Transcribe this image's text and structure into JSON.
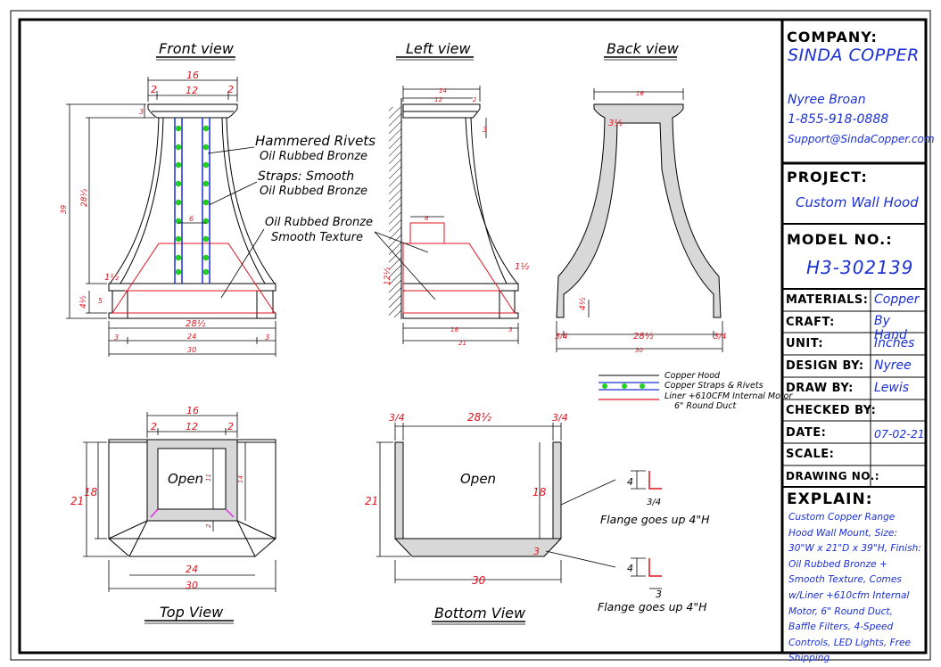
{
  "views": {
    "front": "Front view",
    "left": "Left view",
    "back": "Back view",
    "top": "Top View",
    "bottom": "Bottom View"
  },
  "callouts": {
    "rivets_1": "Hammered Rivets",
    "rivets_2": "Oil Rubbed Bronze",
    "straps_1": "Straps: Smooth",
    "straps_2": "Oil Rubbed Bronze",
    "finish_1": "Oil Rubbed Bronze",
    "finish_2": "Smooth Texture",
    "open_top": "Open",
    "open_bottom": "Open",
    "flange_1": "Flange goes up 4\"H",
    "flange_2": "Flange goes up 4\"H"
  },
  "legend": {
    "hood": "Copper Hood",
    "straps": "Copper Straps & Rivets",
    "liner": "Liner +610CFM Internal Motor",
    "duct": "6\" Round Duct"
  },
  "dims": {
    "f16": "16",
    "f2a": "2",
    "f12": "12",
    "f2b": "2",
    "f3top": "3",
    "f39": "39",
    "f28h": "28½",
    "f6": "6",
    "f1h": "1½",
    "f4h": "4½",
    "f5": "5",
    "f28b": "28½",
    "f3a": "3",
    "f24": "24",
    "f3b": "3",
    "f30": "30",
    "l14": "14",
    "l12": "12",
    "l2": "2",
    "l3": "3",
    "l6": "6",
    "l12h": "12½",
    "l1h": "1½",
    "l18": "18",
    "l3b": "3",
    "l21": "21",
    "b16": "16",
    "b3h": "3½",
    "b4h": "4½",
    "b3q1": "3/4",
    "b28": "28½",
    "b3q2": "3/4",
    "b30": "30",
    "t16": "16",
    "t2a": "2",
    "t12": "12",
    "t2b": "2",
    "t11": "11",
    "t14": "14",
    "t2": "2",
    "t21": "21",
    "t18": "18",
    "t24": "24",
    "t30": "30",
    "m3q1": "3/4",
    "m28": "28½",
    "m3q2": "3/4",
    "m21": "21",
    "m18": "18",
    "m3": "3",
    "m30": "30",
    "fl4a": "4",
    "fl3q": "3/4",
    "fl4b": "4",
    "fl3": "3"
  },
  "titleblock": {
    "company_label": "COMPANY:",
    "company_name": "SINDA COPPER",
    "contact_name": "Nyree Broan",
    "contact_phone": "1-855-918-0888",
    "contact_email": "Support@SindaCopper.com",
    "project_label": "PROJECT:",
    "project_value": "Custom Wall Hood",
    "model_label": "MODEL NO.:",
    "model_value": "H3-302139",
    "rows": [
      {
        "label": "MATERIALS:",
        "value": "Copper"
      },
      {
        "label": "CRAFT:",
        "value": "By Hand"
      },
      {
        "label": "UNIT:",
        "value": "Inches"
      },
      {
        "label": "DESIGN BY:",
        "value": "Nyree"
      },
      {
        "label": "DRAW BY:",
        "value": "Lewis"
      },
      {
        "label": "CHECKED BY:",
        "value": ""
      },
      {
        "label": "DATE:",
        "value": "07-02-21"
      },
      {
        "label": "SCALE:",
        "value": ""
      },
      {
        "label": "DRAWING NO.:",
        "value": ""
      }
    ],
    "explain_label": "EXPLAIN:",
    "explain_text": "Custom Copper Range Hood Wall Mount, Size: 30\"W x 21\"D x 39\"H, Finish: Oil Rubbed Bronze + Smooth Texture, Comes w/Liner +610cfm Internal Motor, 6\" Round Duct, Baffle Filters, 4-Speed Controls, LED Lights, Free Shipping"
  },
  "colors": {
    "line": "#000000",
    "dimension": "#e0141e",
    "strap": "#1a2fd6",
    "rivet": "#1fd21f",
    "liner": "#e0141e",
    "fill": "#d8d8d8",
    "title_blue": "#1a2fd6"
  }
}
